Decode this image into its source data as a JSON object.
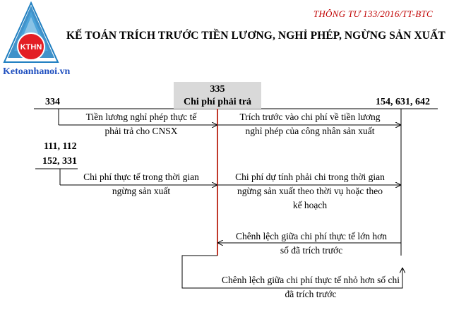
{
  "header": {
    "circular": "THÔNG TƯ 133/2016/TT-BTC",
    "title": "KẾ TOÁN TRÍCH TRƯỚC TIỀN LƯƠNG, NGHỈ PHÉP, NGỪNG SẢN XUẤT",
    "website": "Ketoanhanoi.vn",
    "logo_text": "KTHN"
  },
  "accounts": {
    "center_code": "335",
    "center_name": "Chi phí phải trả",
    "left_334": "334",
    "left_111": "111, 112",
    "left_152": "152, 331",
    "right": "154, 631, 642"
  },
  "entries": {
    "e1": [
      "Tiền lương nghỉ phép thực tế",
      "phải trả cho CNSX"
    ],
    "e2": [
      "Trích trước vào chi phí về tiền lương",
      "nghỉ phép của công nhân sản xuất"
    ],
    "e3": [
      "Chi phí thực tế trong thời gian",
      "ngừng sản xuất"
    ],
    "e4": [
      "Chi phí dự tính phải chi trong thời gian",
      "ngừng sản xuất theo thời vụ hoặc theo",
      "kế hoạch"
    ],
    "e5": [
      "Chênh lệch giữa chi phí thực tế lớn hơn",
      "số đã trích trước"
    ],
    "e6": [
      "Chênh lệch giữa chi phí thực tế nhỏ hơn số chi",
      "đã trích trước"
    ]
  },
  "colors": {
    "center_line": "#c0392b",
    "logo_red": "#e31e24",
    "logo_blue": "#1f7fc1",
    "circular_red": "#c00000",
    "header_box": "#d9d9d9"
  }
}
